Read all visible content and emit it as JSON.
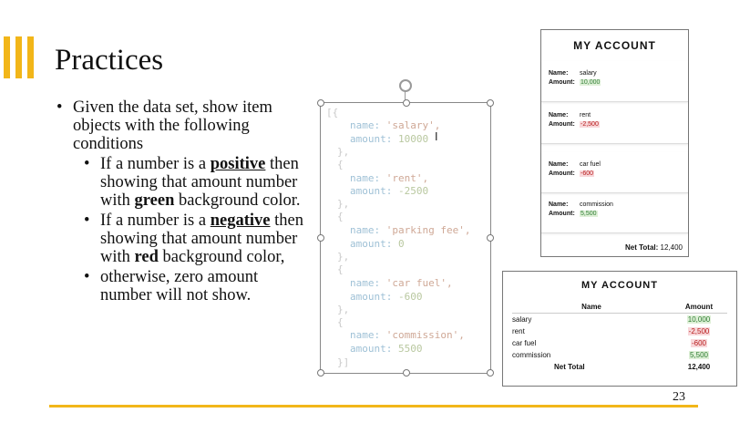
{
  "slide": {
    "title": "Practices",
    "page_number": "23",
    "bullets": {
      "main_1": "Given the data set, show item objects with the following conditions",
      "sub_1_pre": "If a number is a ",
      "sub_1_kw": "positive",
      "sub_1_mid": " then showing that amount number with ",
      "sub_1_color": "green",
      "sub_1_post": " background color.",
      "sub_2_pre": "If a number is a ",
      "sub_2_kw": "negative",
      "sub_2_mid": " then showing that amount number with ",
      "sub_2_color": "red",
      "sub_2_post": " background color,",
      "sub_3": "otherwise, zero amount number will not show."
    }
  },
  "code": {
    "open": "[{",
    "close": "}]",
    "item_close": "},",
    "item_open": "{",
    "key_name": "name: ",
    "key_amount": "amount: ",
    "items": [
      {
        "name": "'salary',",
        "amount": "10000"
      },
      {
        "name": "'rent',",
        "amount": "-2500"
      },
      {
        "name": "'parking fee',",
        "amount": "0"
      },
      {
        "name": "'car fuel',",
        "amount": "-600"
      },
      {
        "name": "'commission',",
        "amount": "5500"
      }
    ]
  },
  "account_card": {
    "title": "MY ACCOUNT",
    "name_label": "Name:",
    "amount_label": "Amount:",
    "items": [
      {
        "name": "salary",
        "amount": "10,000",
        "sign": "positive"
      },
      {
        "name": "rent",
        "amount": "-2,500",
        "sign": "negative"
      },
      {
        "name": "car fuel",
        "amount": "-600",
        "sign": "negative"
      },
      {
        "name": "commission",
        "amount": "5,500",
        "sign": "positive"
      }
    ],
    "net_total_label": "Net Total:",
    "net_total_value": "12,400"
  },
  "account_table": {
    "title": "MY ACCOUNT",
    "col_name": "Name",
    "col_amount": "Amount",
    "rows": [
      {
        "name": "salary",
        "amount": "10,000",
        "sign": "positive"
      },
      {
        "name": "rent",
        "amount": "-2,500",
        "sign": "negative"
      },
      {
        "name": "car fuel",
        "amount": "-600",
        "sign": "negative"
      },
      {
        "name": "commission",
        "amount": "5,500",
        "sign": "positive"
      }
    ],
    "total_label": "Net Total",
    "total_value": "12,400"
  },
  "colors": {
    "accent": "#f2b619",
    "positive_bg": "#dff0d8",
    "negative_bg": "#f8d7da"
  }
}
